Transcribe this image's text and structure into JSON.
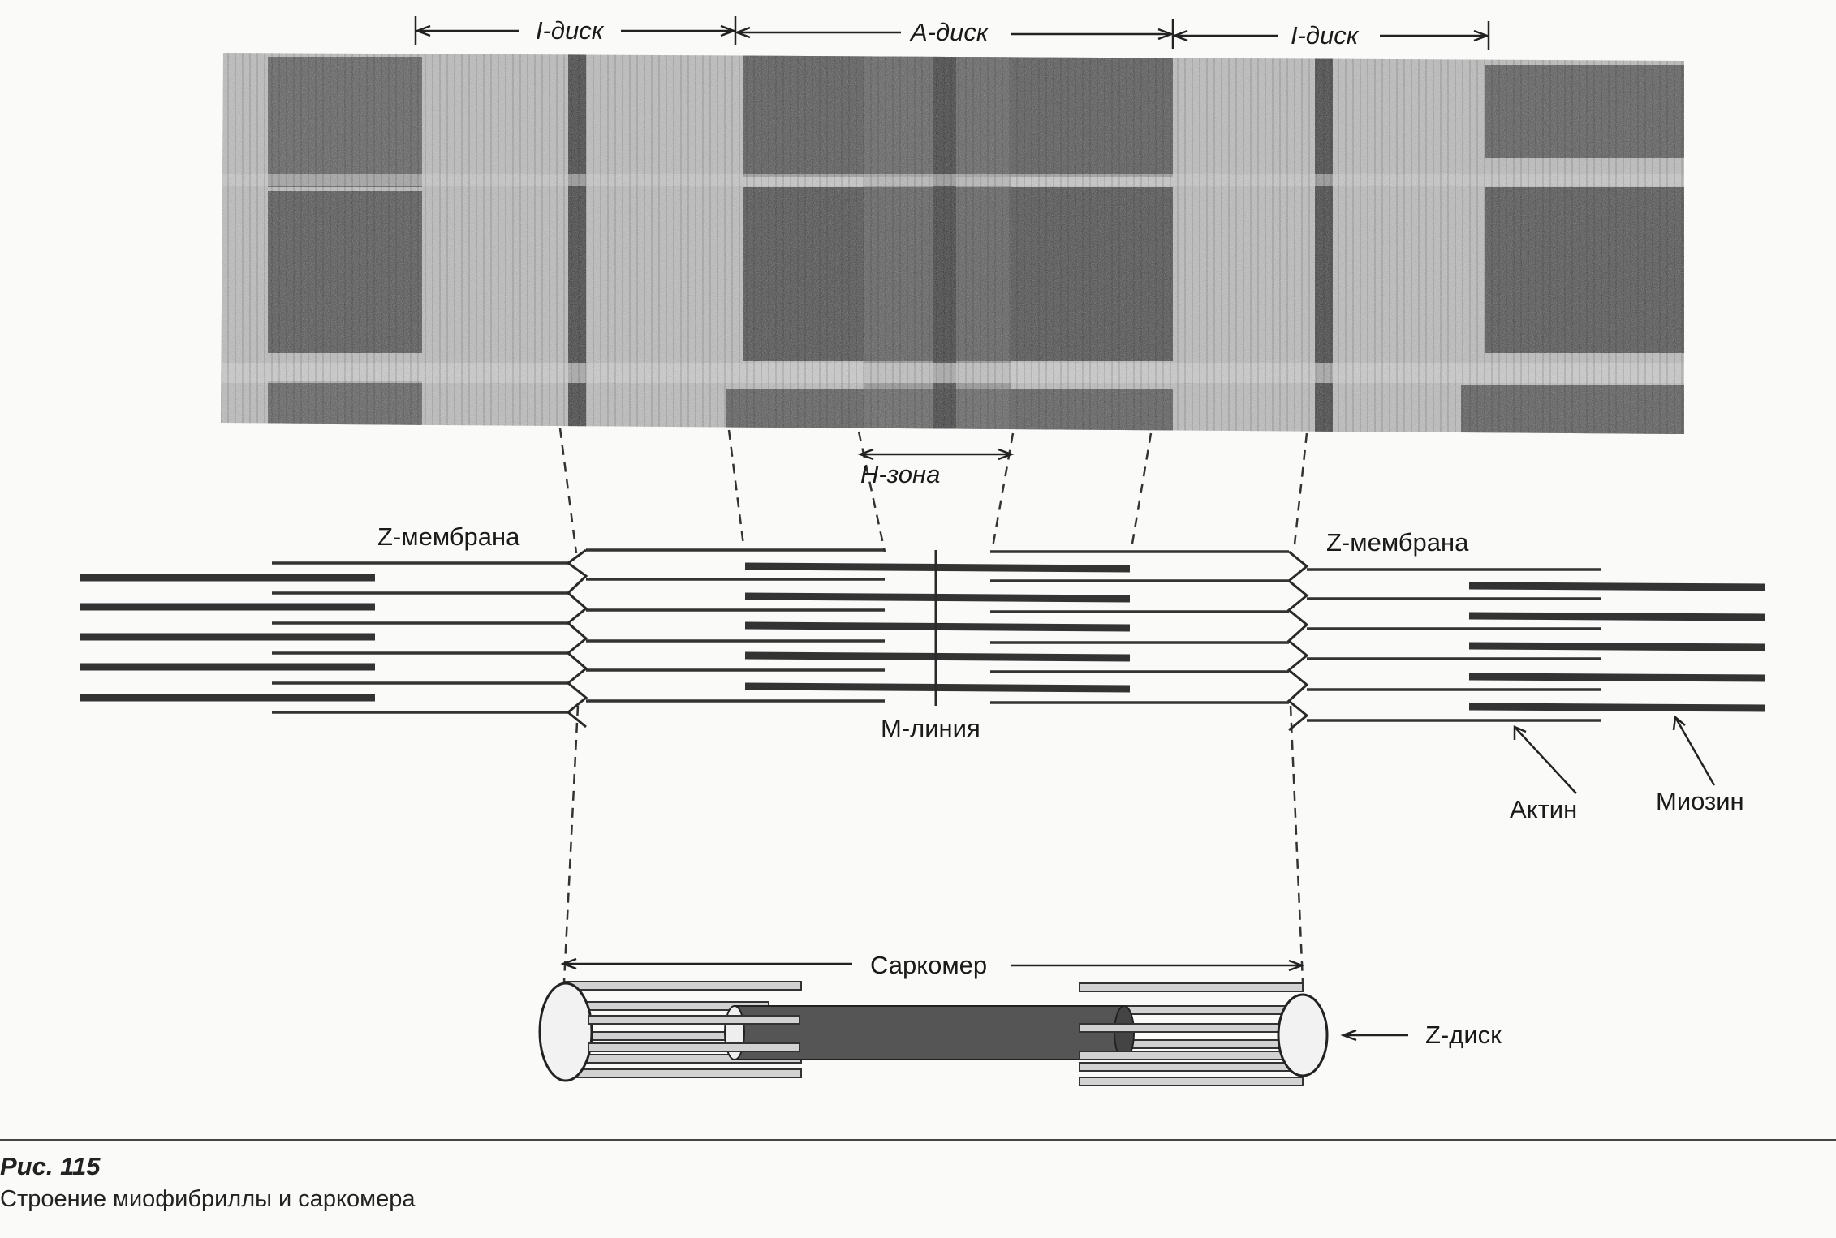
{
  "labels": {
    "i_disk_left": "I-диск",
    "a_disk": "A-диск",
    "i_disk_right": "I-диск",
    "h_zone": "H-зона",
    "z_membrane_left": "Z-мембрана",
    "z_membrane_right": "Z-мембрана",
    "m_line": "M-линия",
    "actin": "Актин",
    "myosin": "Миозин",
    "sarcomere": "Саркомер",
    "z_disk": "Z-диск"
  },
  "caption": {
    "figure": "Рис. 115",
    "text": "Строение миофибриллы и саркомера"
  },
  "colors": {
    "ink": "#2a2a2a",
    "micrograph_dark": "#4a4a4a",
    "micrograph_light": "#b8b8b8",
    "filament_gray": "#cfcfcf"
  }
}
